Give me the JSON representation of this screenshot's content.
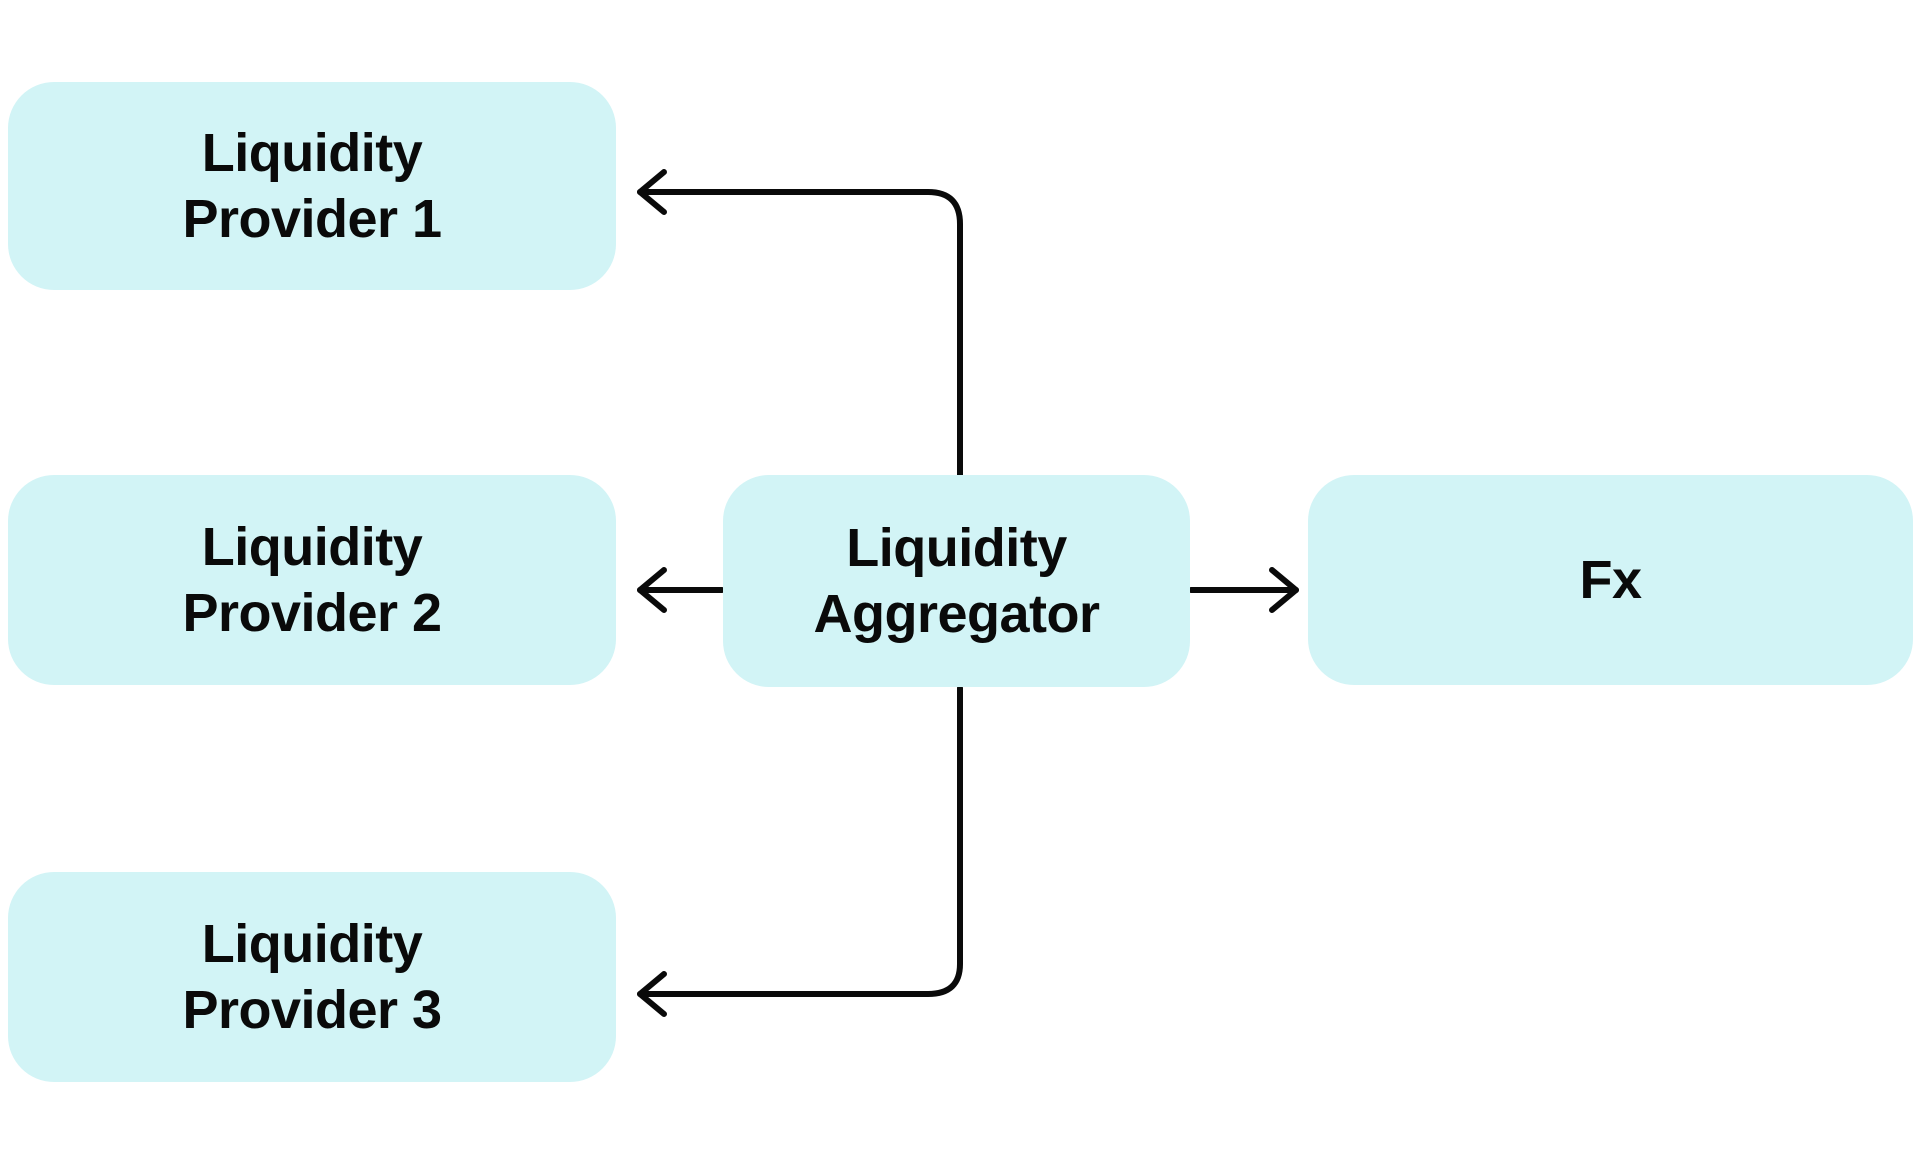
{
  "diagram": {
    "colors": {
      "background": "#FFFFFF",
      "node_fill": "#D2F4F6",
      "text": "#0A0A0A",
      "connector": "#0A0A0A"
    },
    "nodes": [
      {
        "id": "liquidity-provider-1",
        "lines": [
          "Liquidity",
          "Provider 1"
        ],
        "label": "Liquidity Provider 1"
      },
      {
        "id": "liquidity-provider-2",
        "lines": [
          "Liquidity",
          "Provider 2"
        ],
        "label": "Liquidity Provider 2"
      },
      {
        "id": "liquidity-provider-3",
        "lines": [
          "Liquidity",
          "Provider 3"
        ],
        "label": "Liquidity Provider 3"
      },
      {
        "id": "liquidity-aggregator",
        "lines": [
          "Liquidity",
          "Aggregator"
        ],
        "label": "Liquidity Aggregator"
      },
      {
        "id": "fx",
        "lines": [
          "Fx"
        ],
        "label": "Fx"
      }
    ],
    "edges": [
      {
        "from": "Liquidity Aggregator",
        "to": "Liquidity Provider 1",
        "arrow": "to"
      },
      {
        "from": "Liquidity Aggregator",
        "to": "Liquidity Provider 2",
        "arrow": "to"
      },
      {
        "from": "Liquidity Aggregator",
        "to": "Liquidity Provider 3",
        "arrow": "to"
      },
      {
        "from": "Liquidity Aggregator",
        "to": "Fx",
        "arrow": "to"
      }
    ]
  }
}
